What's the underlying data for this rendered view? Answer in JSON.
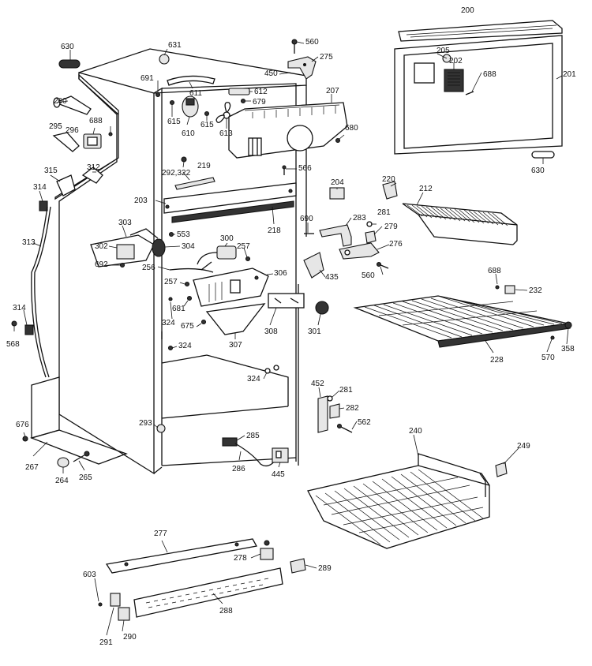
{
  "labels": [
    {
      "key": "l630a",
      "text": "630"
    },
    {
      "key": "l631",
      "text": "631"
    },
    {
      "key": "l560a",
      "text": "560"
    },
    {
      "key": "l275",
      "text": "275"
    },
    {
      "key": "l450",
      "text": "450"
    },
    {
      "key": "l200",
      "text": "200"
    },
    {
      "key": "l201",
      "text": "201"
    },
    {
      "key": "l205",
      "text": "205"
    },
    {
      "key": "l202",
      "text": "202"
    },
    {
      "key": "l688a",
      "text": "688"
    },
    {
      "key": "l691",
      "text": "691"
    },
    {
      "key": "l611",
      "text": "611"
    },
    {
      "key": "l612",
      "text": "612"
    },
    {
      "key": "l679",
      "text": "679"
    },
    {
      "key": "l207",
      "text": "207"
    },
    {
      "key": "l260",
      "text": "260"
    },
    {
      "key": "l615a",
      "text": "615"
    },
    {
      "key": "l615b",
      "text": "615"
    },
    {
      "key": "l610",
      "text": "610"
    },
    {
      "key": "l613",
      "text": "613"
    },
    {
      "key": "l680",
      "text": "680"
    },
    {
      "key": "l630b",
      "text": "630"
    },
    {
      "key": "l295",
      "text": "295"
    },
    {
      "key": "l296",
      "text": "296"
    },
    {
      "key": "l688b",
      "text": "688"
    },
    {
      "key": "l292",
      "text": "292,322"
    },
    {
      "key": "l219",
      "text": "219"
    },
    {
      "key": "l566",
      "text": "566"
    },
    {
      "key": "l315",
      "text": "315"
    },
    {
      "key": "l312",
      "text": "312"
    },
    {
      "key": "l314a",
      "text": "314"
    },
    {
      "key": "l203",
      "text": "203"
    },
    {
      "key": "l204",
      "text": "204"
    },
    {
      "key": "l220",
      "text": "220"
    },
    {
      "key": "l212",
      "text": "212"
    },
    {
      "key": "l218",
      "text": "218"
    },
    {
      "key": "l690",
      "text": "690"
    },
    {
      "key": "l283",
      "text": "283"
    },
    {
      "key": "l281a",
      "text": "281"
    },
    {
      "key": "l279",
      "text": "279"
    },
    {
      "key": "l313",
      "text": "313"
    },
    {
      "key": "l303",
      "text": "303"
    },
    {
      "key": "l553",
      "text": "553"
    },
    {
      "key": "l300",
      "text": "300"
    },
    {
      "key": "l257a",
      "text": "257"
    },
    {
      "key": "l276",
      "text": "276"
    },
    {
      "key": "l302",
      "text": "302"
    },
    {
      "key": "l304",
      "text": "304"
    },
    {
      "key": "l692",
      "text": "692"
    },
    {
      "key": "l256",
      "text": "256"
    },
    {
      "key": "l306",
      "text": "306"
    },
    {
      "key": "l435",
      "text": "435"
    },
    {
      "key": "l560b",
      "text": "560"
    },
    {
      "key": "l688c",
      "text": "688"
    },
    {
      "key": "l232",
      "text": "232"
    },
    {
      "key": "l257b",
      "text": "257"
    },
    {
      "key": "l681",
      "text": "681"
    },
    {
      "key": "l314b",
      "text": "314"
    },
    {
      "key": "l568",
      "text": "568"
    },
    {
      "key": "l324a",
      "text": "324"
    },
    {
      "key": "l675",
      "text": "675"
    },
    {
      "key": "l308",
      "text": "308"
    },
    {
      "key": "l301",
      "text": "301"
    },
    {
      "key": "l307",
      "text": "307"
    },
    {
      "key": "l324b",
      "text": "324"
    },
    {
      "key": "l358",
      "text": "358"
    },
    {
      "key": "l228",
      "text": "228"
    },
    {
      "key": "l570",
      "text": "570"
    },
    {
      "key": "l324c",
      "text": "324"
    },
    {
      "key": "l452",
      "text": "452"
    },
    {
      "key": "l281b",
      "text": "281"
    },
    {
      "key": "l282",
      "text": "282"
    },
    {
      "key": "l562",
      "text": "562"
    },
    {
      "key": "l240",
      "text": "240"
    },
    {
      "key": "l249",
      "text": "249"
    },
    {
      "key": "l676",
      "text": "676"
    },
    {
      "key": "l293",
      "text": "293"
    },
    {
      "key": "l285",
      "text": "285"
    },
    {
      "key": "l286",
      "text": "286"
    },
    {
      "key": "l445",
      "text": "445"
    },
    {
      "key": "l267",
      "text": "267"
    },
    {
      "key": "l264",
      "text": "264"
    },
    {
      "key": "l265",
      "text": "265"
    },
    {
      "key": "l277",
      "text": "277"
    },
    {
      "key": "l278",
      "text": "278"
    },
    {
      "key": "l289",
      "text": "289"
    },
    {
      "key": "l603",
      "text": "603"
    },
    {
      "key": "l288",
      "text": "288"
    },
    {
      "key": "l291",
      "text": "291"
    },
    {
      "key": "l290",
      "text": "290"
    }
  ]
}
